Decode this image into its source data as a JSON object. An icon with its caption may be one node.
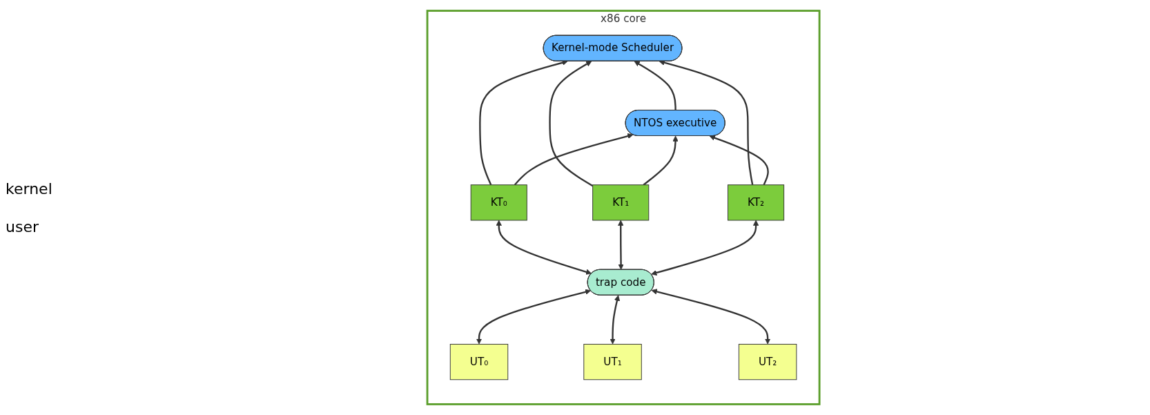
{
  "diagram": {
    "nodes": [
      {
        "text": [
          "x86 core"
        ]
      },
      {
        "text": [
          "Kernel-mode Scheduler"
        ],
        "in": 0
      },
      {
        "text": [
          "NTOS executive"
        ],
        "in": 0
      },
      {
        "text": [
          "KT₀"
        ],
        "in": 0
      },
      {
        "text": [
          "KT₁"
        ],
        "in": 0
      },
      {
        "text": [
          "KT₂"
        ],
        "in": 0
      },
      {
        "text": [
          "trap code"
        ],
        "in": 0
      },
      {
        "text": [
          "UT₀"
        ],
        "in": 0
      },
      {
        "text": [
          "UT₁"
        ],
        "in": 0
      },
      {
        "text": [
          "UT₂"
        ],
        "in": 0
      }
    ],
    "edges": [
      {
        "from": 2,
        "to": 1,
        "arrow": "to"
      },
      {
        "from": 3,
        "to": 1,
        "arrow": "to"
      },
      {
        "from": 4,
        "to": 1,
        "arrow": "to"
      },
      {
        "from": 5,
        "to": 1,
        "arrow": "to"
      },
      {
        "from": 3,
        "to": 2,
        "arrow": "to"
      },
      {
        "from": 4,
        "to": 2,
        "arrow": "to"
      },
      {
        "from": 5,
        "to": 2,
        "arrow": "to"
      },
      {
        "from": 6,
        "to": 3,
        "arrow": "both"
      },
      {
        "from": 6,
        "to": 4,
        "arrow": "both"
      },
      {
        "from": 6,
        "to": 5,
        "arrow": "both"
      },
      {
        "from": 7,
        "to": 6,
        "arrow": "both"
      },
      {
        "from": 8,
        "to": 6,
        "arrow": "both"
      },
      {
        "from": 9,
        "to": 6,
        "arrow": "both"
      }
    ],
    "labels": [
      "kernel",
      "user"
    ]
  }
}
